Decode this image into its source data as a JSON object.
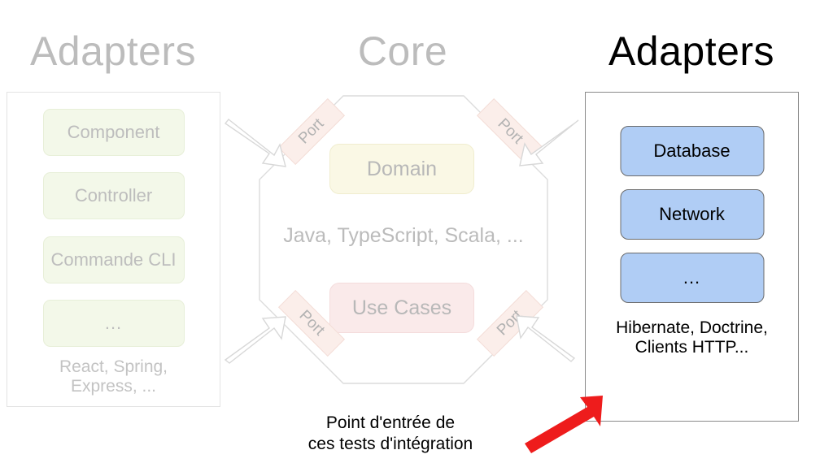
{
  "columns": {
    "left_title": "Adapters",
    "core_title": "Core",
    "right_title": "Adapters"
  },
  "left_panel": {
    "items": [
      {
        "label": "Component"
      },
      {
        "label": "Controller"
      },
      {
        "label": "Commande CLI"
      },
      {
        "label": "..."
      }
    ],
    "caption": "React, Spring,\nExpress, ..."
  },
  "core": {
    "domain_label": "Domain",
    "languages_label": "Java, TypeScript, Scala, ...",
    "use_cases_label": "Use Cases",
    "ports": [
      {
        "label": "Port",
        "position": "top-left"
      },
      {
        "label": "Port",
        "position": "top-right"
      },
      {
        "label": "Port",
        "position": "bottom-left"
      },
      {
        "label": "Port",
        "position": "bottom-right"
      }
    ]
  },
  "right_panel": {
    "items": [
      {
        "label": "Database"
      },
      {
        "label": "Network"
      },
      {
        "label": "..."
      }
    ],
    "caption": "Hibernate, Doctrine,\nClients HTTP..."
  },
  "annotation": {
    "text": "Point d'entrée de\nces tests d'intégration",
    "arrow_color": "#ee1c1c"
  },
  "colors": {
    "faded_text": "#bcbcbc",
    "strong_text": "#000000",
    "left_box_fill": "#f3f8e9",
    "right_box_fill": "#b0cdf5",
    "domain_fill": "#faf8e5",
    "use_cases_fill": "#faeaea",
    "port_fill": "#fbeeea",
    "arrow_stroke": "#d8d8d8",
    "red_arrow": "#ee1c1c"
  }
}
